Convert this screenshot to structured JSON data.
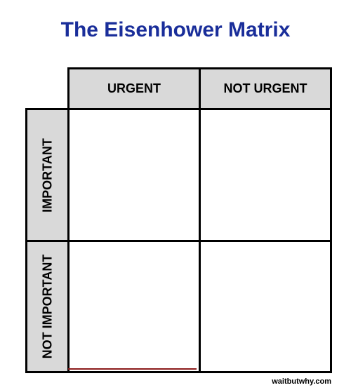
{
  "title": "The Eisenhower Matrix",
  "columns": [
    "URGENT",
    "NOT URGENT"
  ],
  "rows": [
    "IMPORTANT",
    "NOT IMPORTANT"
  ],
  "credit": "waitbutwhy.com",
  "colors": {
    "title": "#1a2e9a",
    "header_fill": "#d9d9d9",
    "border": "#000000"
  }
}
